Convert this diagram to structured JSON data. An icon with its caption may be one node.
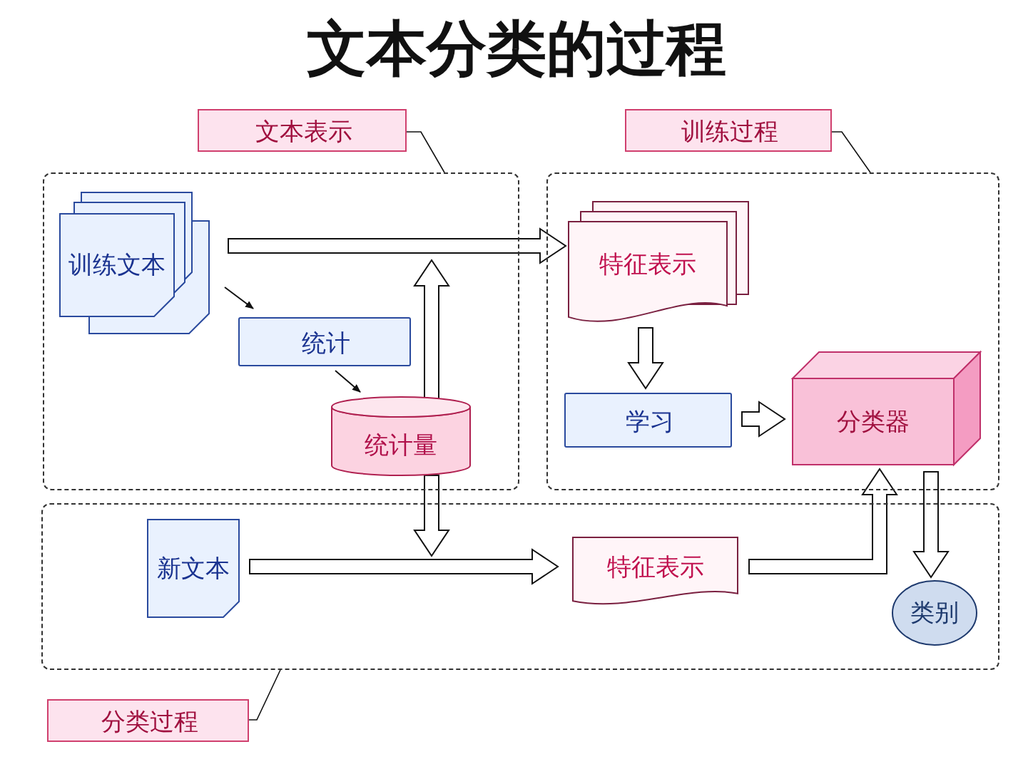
{
  "diagram": {
    "title": "文本分类的过程",
    "nodes": [
      {
        "text": [
          "文本表示"
        ]
      },
      {
        "text": [],
        "shape": "box"
      },
      {
        "text": [
          "训练文本"
        ],
        "in": 1
      },
      {
        "text": [
          "统计"
        ],
        "in": 1
      },
      {
        "text": [
          "统计量"
        ],
        "in": 1
      },
      {
        "text": [
          "训练过程"
        ]
      },
      {
        "text": [],
        "shape": "box"
      },
      {
        "text": [
          "特征表示"
        ],
        "in": 6
      },
      {
        "text": [
          "学习"
        ],
        "in": 6
      },
      {
        "text": [
          "分类器"
        ],
        "in": 6
      },
      {
        "text": [],
        "shape": "box"
      },
      {
        "text": [
          "新文本"
        ],
        "in": 10
      },
      {
        "text": [
          "特征表示"
        ],
        "in": 10
      },
      {
        "text": [
          "类别"
        ],
        "in": 10
      },
      {
        "text": [
          "分类过程"
        ]
      }
    ],
    "edges": [
      {
        "from": 0,
        "to": 1,
        "arrow": "none"
      },
      {
        "from": 5,
        "to": 6,
        "arrow": "none"
      },
      {
        "from": 14,
        "to": 10,
        "arrow": "none"
      },
      {
        "from": 2,
        "to": 7,
        "arrow": "to",
        "style": "thick"
      },
      {
        "from": 2,
        "to": 3,
        "arrow": "to"
      },
      {
        "from": 3,
        "to": 4,
        "arrow": "to"
      },
      {
        "from": 4,
        "to": null,
        "arrow": "to",
        "style": "thick"
      },
      {
        "from": 4,
        "to": null,
        "arrow": "to",
        "style": "thick"
      },
      {
        "from": 7,
        "to": 8,
        "arrow": "to",
        "style": "thick"
      },
      {
        "from": 8,
        "to": 9,
        "arrow": "to",
        "style": "thick"
      },
      {
        "from": 11,
        "to": 12,
        "arrow": "to",
        "style": "thick"
      },
      {
        "from": 12,
        "to": 9,
        "arrow": "to",
        "style": "thick"
      },
      {
        "from": 9,
        "to": 13,
        "arrow": "to",
        "style": "thick"
      }
    ]
  }
}
